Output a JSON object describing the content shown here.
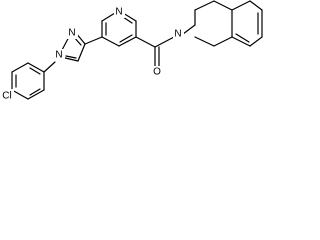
{
  "structure": {
    "atoms": {
      "chlorine": "Cl",
      "pyrazole_n1": "N",
      "pyrazole_n2": "N",
      "pyridine_n": "N",
      "carbonyl_o": "O",
      "isoquinoline_n": "N"
    }
  }
}
